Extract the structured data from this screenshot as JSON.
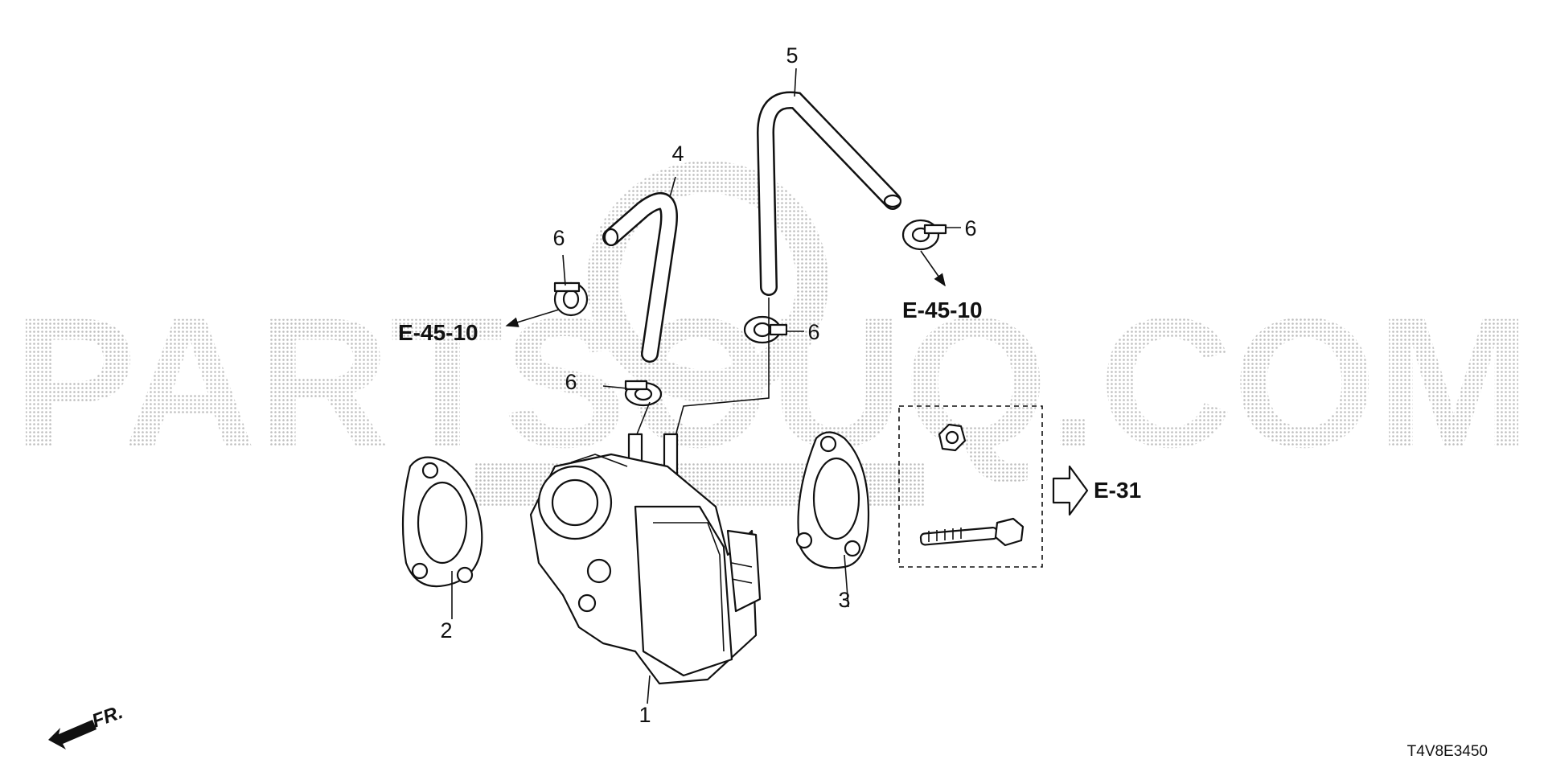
{
  "watermark": {
    "text": "PARTSOUQ.COM",
    "color": "#c8c8c8"
  },
  "diagram_code": "T4V8E3450",
  "front_label": "FR.",
  "references": {
    "e45_left": "E-45-10",
    "e45_right": "E-45-10",
    "e31": "E-31"
  },
  "part_numbers": {
    "p1": "1",
    "p2": "2",
    "p3": "3",
    "p4": "4",
    "p5": "5",
    "p6_a": "6",
    "p6_b": "6",
    "p6_c": "6",
    "p6_d": "6"
  }
}
